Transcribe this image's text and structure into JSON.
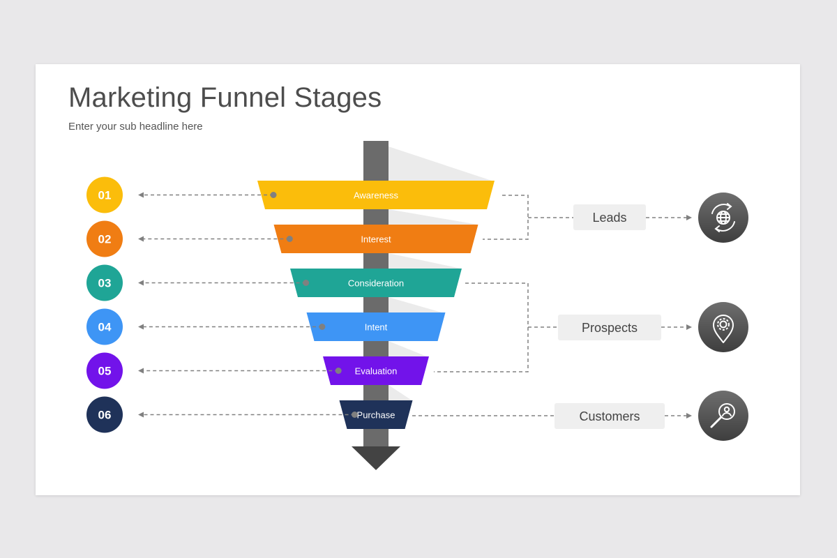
{
  "title": "Marketing Funnel Stages",
  "subtitle": "Enter your sub headline here",
  "stages": [
    {
      "number": "01",
      "label": "Awareness",
      "color": "#fbbd0b"
    },
    {
      "number": "02",
      "label": "Interest",
      "color": "#f07d13"
    },
    {
      "number": "03",
      "label": "Consideration",
      "color": "#1fa596"
    },
    {
      "number": "04",
      "label": "Intent",
      "color": "#3e95f5"
    },
    {
      "number": "05",
      "label": "Evaluation",
      "color": "#7213ea"
    },
    {
      "number": "06",
      "label": "Purchase",
      "color": "#1f3259"
    }
  ],
  "groups": [
    {
      "label": "Leads",
      "icon": "globe-refresh-icon"
    },
    {
      "label": "Prospects",
      "icon": "location-gear-icon"
    },
    {
      "label": "Customers",
      "icon": "user-search-icon"
    }
  ],
  "colors": {
    "shaft": "#6b6b6b",
    "arrow_head": "#434343",
    "icon_circle": "#5a5a5a",
    "connector": "#808080",
    "group_box": "#efefef"
  }
}
